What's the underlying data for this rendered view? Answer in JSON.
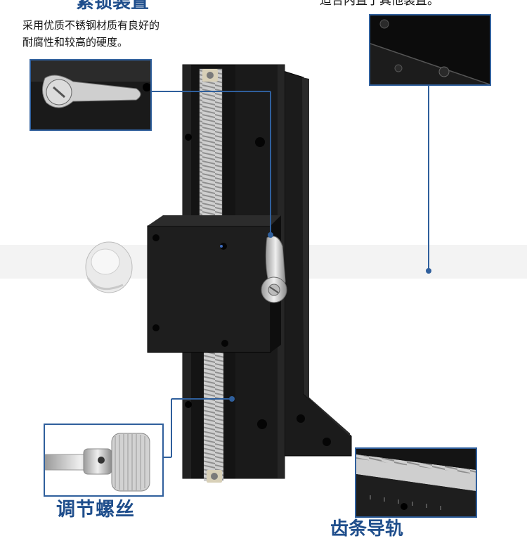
{
  "texts": {
    "heading_top_left": "紧锁装置",
    "heading_top_right": "适合内置于其他装置。",
    "description_line1": "采用优质不锈钢材质有良好的",
    "description_line2": "耐腐性和较高的硬度。",
    "heading_bottom_left": "调节螺丝",
    "heading_bottom_right": "齿条导轨"
  },
  "colors": {
    "accent_blue": "#2f5f9c",
    "heading_blue": "#1f4e8c",
    "product_black": "#141414"
  }
}
